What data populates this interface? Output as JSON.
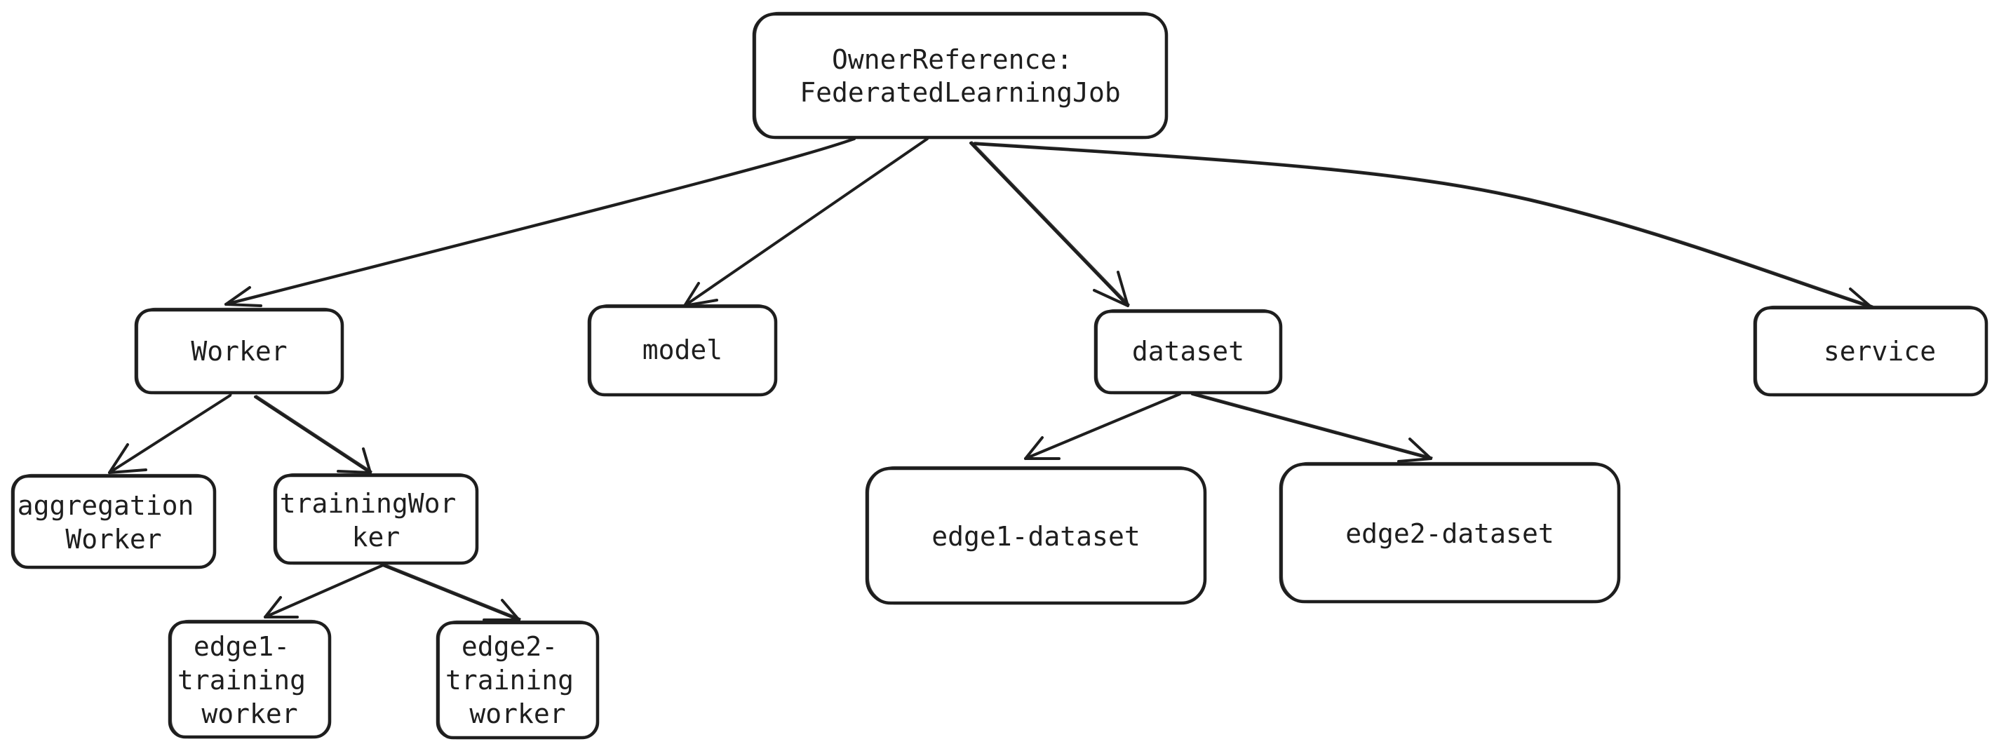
{
  "diagram": {
    "nodes": {
      "root": {
        "lines": [
          "OwnerReference:",
          "FederatedLearningJob"
        ]
      },
      "worker": {
        "lines": [
          "Worker"
        ]
      },
      "model": {
        "lines": [
          "model"
        ]
      },
      "dataset": {
        "lines": [
          "dataset"
        ]
      },
      "service": {
        "lines": [
          "service"
        ]
      },
      "aggregation_worker": {
        "lines": [
          "aggregation",
          "Worker"
        ]
      },
      "training_worker": {
        "lines": [
          "trainingWor",
          "ker"
        ]
      },
      "edge1_training_worker": {
        "lines": [
          "edge1-",
          "training",
          "worker"
        ]
      },
      "edge2_training_worker": {
        "lines": [
          "edge2-",
          "training",
          "worker"
        ]
      },
      "edge1_dataset": {
        "lines": [
          "edge1-dataset"
        ]
      },
      "edge2_dataset": {
        "lines": [
          "edge2-dataset"
        ]
      }
    },
    "edges": [
      {
        "from": "root",
        "to": "worker"
      },
      {
        "from": "root",
        "to": "model"
      },
      {
        "from": "root",
        "to": "dataset"
      },
      {
        "from": "root",
        "to": "service"
      },
      {
        "from": "worker",
        "to": "aggregation_worker"
      },
      {
        "from": "worker",
        "to": "training_worker"
      },
      {
        "from": "training_worker",
        "to": "edge1_training_worker"
      },
      {
        "from": "training_worker",
        "to": "edge2_training_worker"
      },
      {
        "from": "dataset",
        "to": "edge1_dataset"
      },
      {
        "from": "dataset",
        "to": "edge2_dataset"
      }
    ],
    "colors": {
      "stroke": "#1e1e1e",
      "fill": "#ffffff",
      "background": "#ffffff"
    }
  }
}
